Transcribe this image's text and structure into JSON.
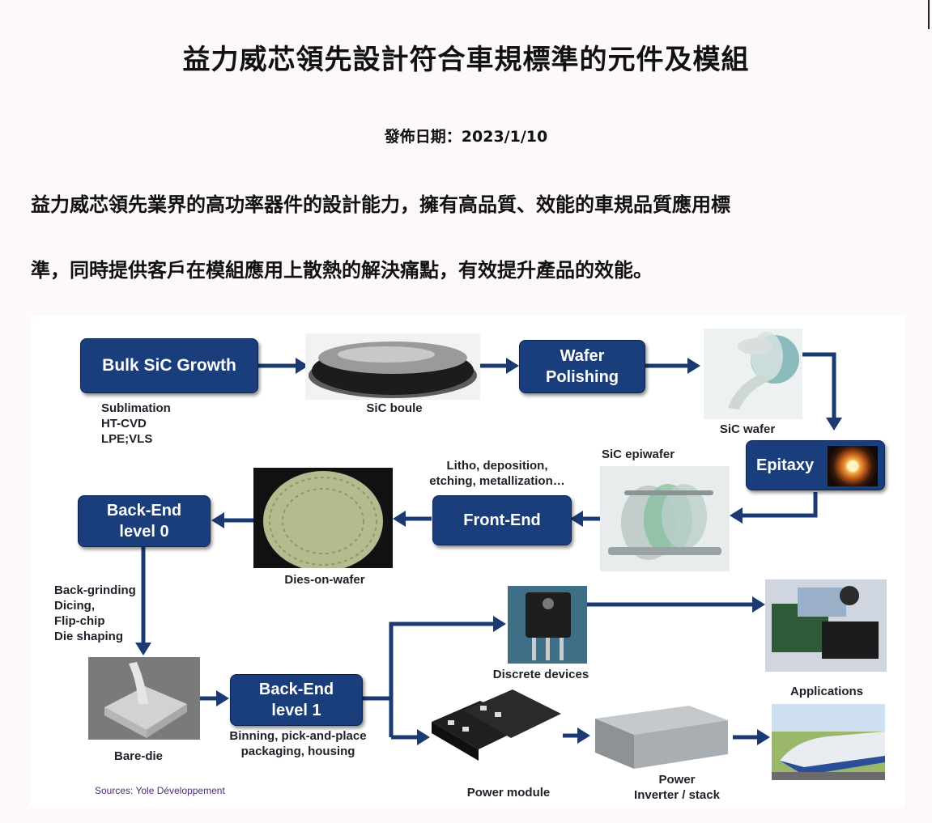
{
  "article": {
    "title": "益力威芯領先設計符合車規標準的元件及模組",
    "date": "發佈日期：2023/1/10",
    "para_line1": "益力威芯領先業界的高功率器件的設計能力，擁有高品質、效能的車規品質應用標",
    "para_line2": "準，同時提供客戶在模組應用上散熱的解決痛點，有效提升產品的效能。"
  },
  "diagram": {
    "boxes": {
      "bulk": "Bulk SiC Growth",
      "wafer_polishing_1": "Wafer",
      "wafer_polishing_2": "Polishing",
      "epitaxy": "Epitaxy",
      "front_end": "Front-End",
      "back_end0_1": "Back-End",
      "back_end0_2": "level 0",
      "back_end1_1": "Back-End",
      "back_end1_2": "level 1"
    },
    "captions": {
      "bulk_methods": [
        "Sublimation",
        "HT-CVD",
        "LPE;VLS"
      ],
      "sic_boule": "SiC boule",
      "sic_wafer": "SiC wafer",
      "sic_epiwafer": "SiC epiwafer",
      "front_end_steps": [
        "Litho, deposition,",
        "etching, metallization…"
      ],
      "dies_on_wafer": "Dies-on-wafer",
      "back_end0_steps": [
        "Back-grinding",
        "Dicing,",
        "Flip-chip",
        "Die shaping"
      ],
      "bare_die": "Bare-die",
      "back_end1_steps": [
        "Binning, pick-and-place",
        "packaging, housing"
      ],
      "discrete_devices": "Discrete devices",
      "applications": "Applications",
      "power_module": "Power module",
      "power_inverter": [
        "Power",
        "Inverter / stack"
      ]
    },
    "source": "Sources: Yole Développement"
  },
  "colors": {
    "box": "#1a3d7c",
    "arrow": "#1b3a73",
    "source_text": "#4c2a7a"
  }
}
